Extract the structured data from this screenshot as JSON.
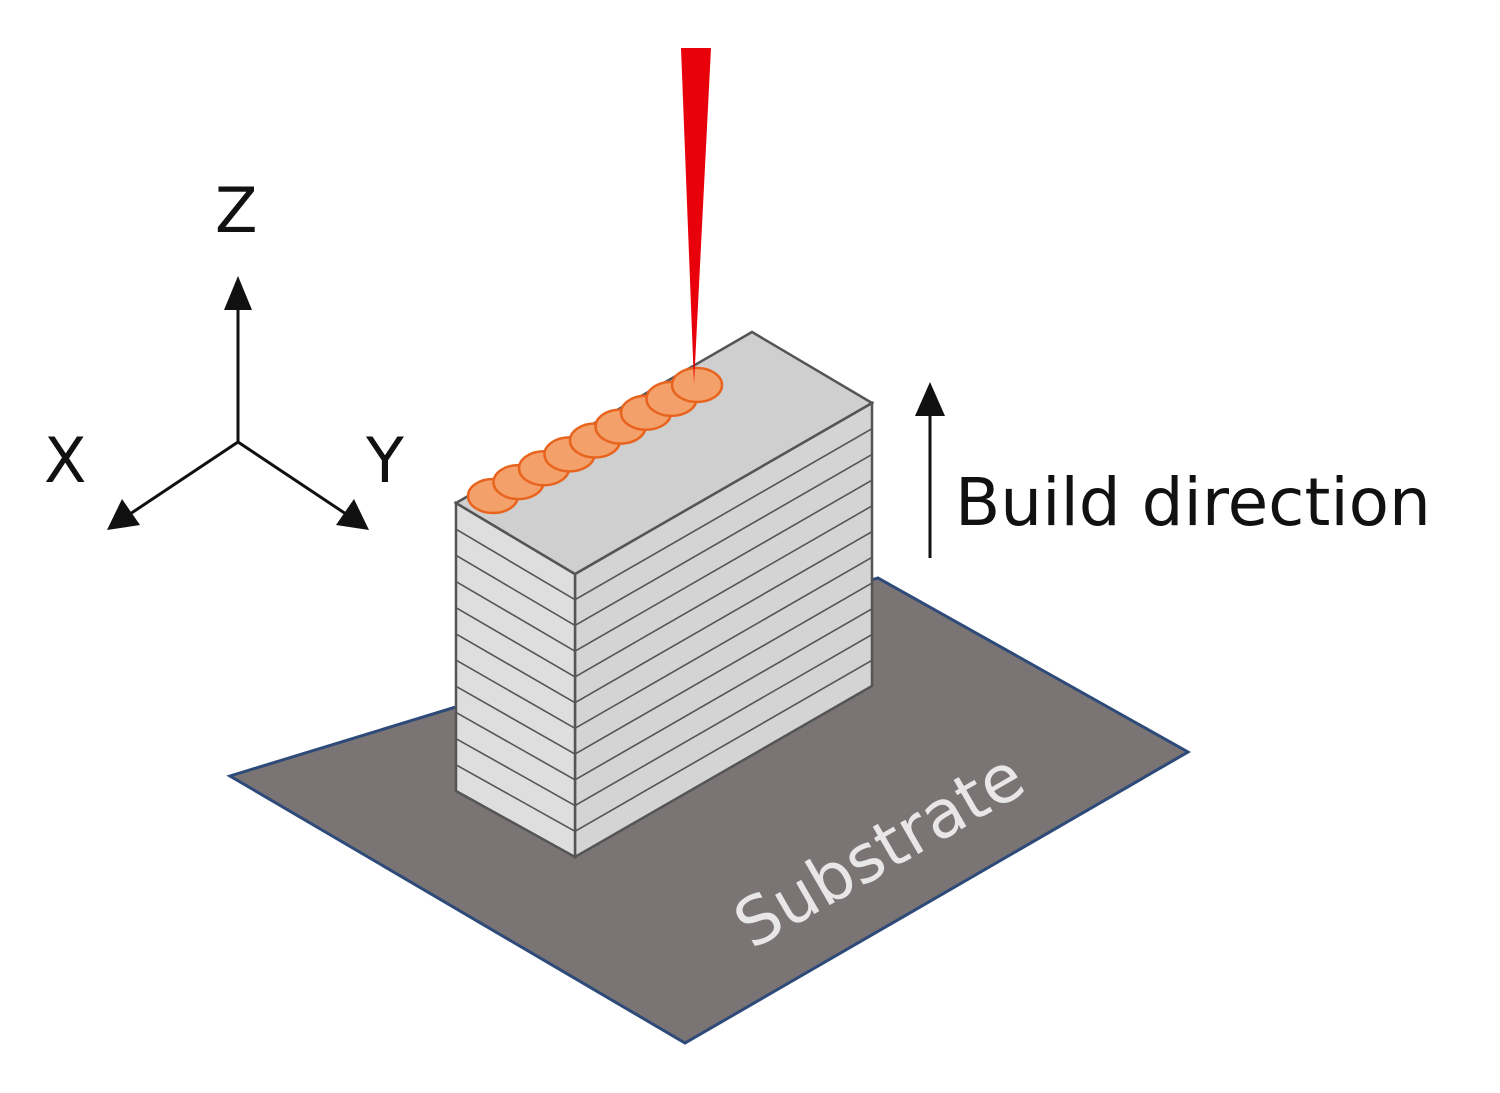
{
  "axes": {
    "z_label": "Z",
    "x_label": "X",
    "y_label": "Y"
  },
  "build_direction": {
    "label": "Build direction"
  },
  "substrate": {
    "label": "Substrate"
  },
  "deposit": {
    "bead_count": 9
  },
  "wall": {
    "layer_count": 11
  },
  "colors": {
    "laser": "#e8000b",
    "bead_fill": "#f4a06a",
    "bead_stroke": "#e8641e",
    "substrate_fill": "#7a7475",
    "substrate_edge": "#2d4a78",
    "wall_top": "#cfcfcf",
    "wall_left": "#dedede",
    "wall_right": "#d4d4d4",
    "wall_edge": "#555555"
  }
}
